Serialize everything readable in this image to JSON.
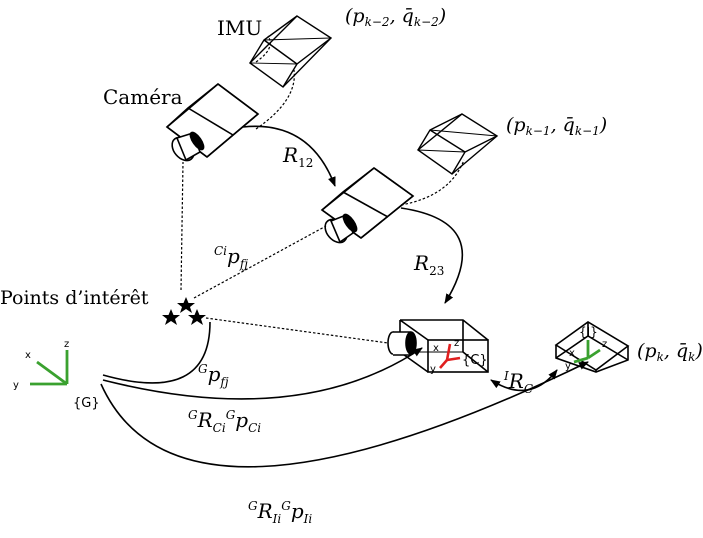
{
  "labels": {
    "imu": "IMU",
    "camera": "Caméra",
    "points": "Points d’intérêt",
    "pose_k2": "(p",
    "pose_k2_sub": "k−2",
    "pose_k2_mid": ", q̄",
    "pose_k2_end": ")",
    "pose_k1_sub": "k−1",
    "pose_k_sub": "k",
    "r12": "R",
    "r12_sub": "12",
    "r23": "R",
    "r23_sub": "23",
    "cipfj_pre": "Ci",
    "cipfj_main": "p",
    "cipfj_sub": "fj",
    "gpfj_pre": "G",
    "gpfj_main": "p",
    "gpfj_sub": "fj",
    "grc_pre": "G",
    "grc_main": "R",
    "grc_sub": "Ci",
    "grc_pre2": "G",
    "grc_main2": "p",
    "grc_sub2": "Ci",
    "gri_pre": "G",
    "gri_main": "R",
    "gri_sub": "Ii",
    "gri_pre2": "G",
    "gri_main2": "p",
    "gri_sub2": "Ii",
    "irc_pre": "I",
    "irc_main": "R",
    "irc_sub": "C",
    "frame_g": "{G}",
    "frame_c": "{C}",
    "frame_i": "{I}",
    "axis_x": "x",
    "axis_y": "y",
    "axis_z": "z"
  },
  "colors": {
    "global_frame": "#3aa12f",
    "camera_frame": "#e01f1f",
    "imu_frame": "#3aa12f"
  }
}
